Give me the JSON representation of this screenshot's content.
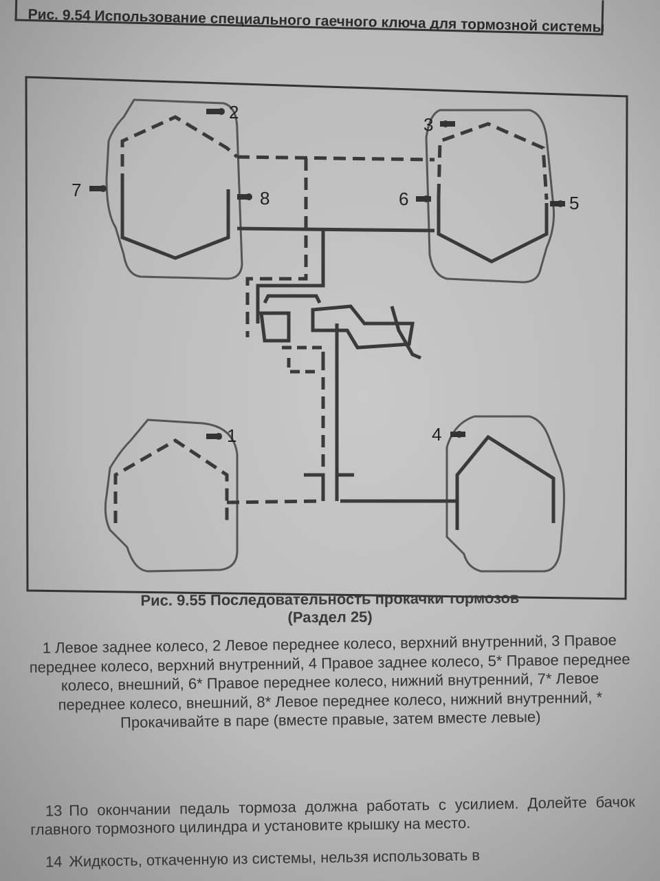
{
  "captions": {
    "fig_954": "Рис. 9.54 Использование специального гаечного ключа для тормозной системы",
    "fig_955_title": "Рис. 9.55 Последовательность прокачки тормозов",
    "fig_955_section": "(Раздел 25)"
  },
  "diagram": {
    "bleed_points": [
      "1",
      "2",
      "3",
      "4",
      "5",
      "6",
      "7",
      "8"
    ]
  },
  "legend": "1 Левое заднее колесо, 2 Левое переднее колесо, верхний внутренний, 3 Правое переднее колесо, верхний внутренний, 4 Правое заднее колесо, 5* Правое переднее колесо, внешний, 6* Правое переднее колесо, нижний внутренний, 7* Левое переднее колесо, внешний, 8* Левое переднее колесо, нижний внутренний, * Прокачивайте в паре (вместе правые, затем вместе левые)",
  "paragraphs": [
    {
      "num": "13",
      "text": "По окончании педаль тормоза должна работать с усилием. Долейте бачок главного тормозного цилиндра и установите крышку на место."
    },
    {
      "num": "14",
      "text": "Жидкость, откаченную из системы, нельзя использовать в"
    }
  ]
}
